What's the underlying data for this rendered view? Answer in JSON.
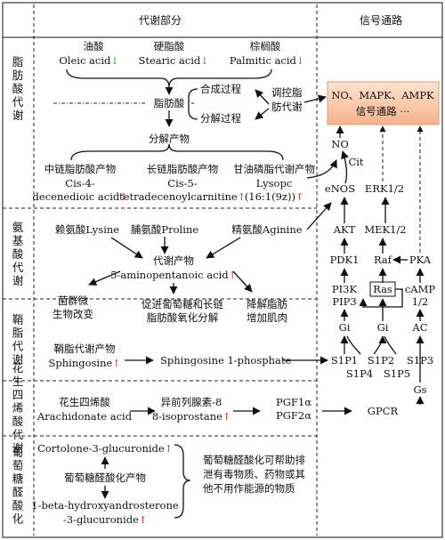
{
  "headers": {
    "metabolism": "代谢部分",
    "signaling": "信号通路"
  },
  "sections": {
    "fatty_acid": "脂肪酸代谢",
    "amino_acid": "氨基酸代谢",
    "sphingolipid": "鞘脂代谢",
    "arachidonic": "花生四烯酸代谢",
    "glucuronidation": "葡萄糖醛酸化"
  },
  "fatty": {
    "oleic_cn": "油酸",
    "oleic_en": "Oleic acid",
    "stearic_cn": "硬脂酸",
    "stearic_en": "Stearic acid",
    "palmitic_cn": "棕榈酸",
    "palmitic_en": "Palmitic acid",
    "down_arrow": "↓",
    "up_arrow": "↑",
    "fatty_acid": "脂肪酸",
    "synthesis": "合成过程",
    "decomposition": "分解过程",
    "regulate": "调控脂肪代谢",
    "products": "分解产物",
    "mcfa": "中链脂肪酸产物",
    "mcfa_name": "Cis-4-decenedioic acid",
    "lcfa": "长链脂肪酸产物",
    "lcfa_name": "Cis-5-tetradecenoylcarnitine",
    "gpl": "甘油磷脂代谢产物",
    "gpl_name1": "Lysopc",
    "gpl_name2": "(16:1(9z))"
  },
  "amino": {
    "lysine": "赖氨酸Lysine",
    "proline": "脯氨酸Proline",
    "arginine": "精氨酸Aginine",
    "metab_product": "代谢产物",
    "metab_name": "5-aminopentanoic acid",
    "flora": "菌群微生物改变",
    "promote": "促进葡萄糖和长链脂肪酸氧化分解",
    "reduce": "降解脂肪增加肌肉"
  },
  "sphingo": {
    "product_cn": "鞘脂代谢产物",
    "product_en": "Sphingosine",
    "phosphate": "Sphingosine 1-phosphate"
  },
  "arach": {
    "cn": "花生四烯酸",
    "en": "Arachidonate acid",
    "isoprostane_cn": "异前列腺素-8",
    "isoprostane_en": "8-isoprostane",
    "pgf1": "PGF1α",
    "pgf2": "PGF2α",
    "gpcr": "GPCR"
  },
  "gluc": {
    "cortolone": "Cortolone-3-glucuronide",
    "product": "葡萄糖醛酸化产物",
    "hydroxy1": "1-beta-hydroxyandrosterone",
    "hydroxy2": "-3-glucuronide",
    "note": "葡萄糖醛酸化可帮助排泄有毒物质、药物或其他不用作能源的物质"
  },
  "signal": {
    "box": "NO、MAPK、AMPK 信号通路 ···",
    "no": "NO",
    "cit": "Cit",
    "enos": "eNOS",
    "erk": "ERK1/2",
    "akt": "AKT",
    "mek": "MEK1/2",
    "pdk1": "PDK1",
    "raf": "Raf",
    "pka": "PKA",
    "pi3k": "PI3K",
    "pip3": "PIP3",
    "ras": "Ras",
    "camp": "cAMP",
    "camp2": "1/2",
    "gi1": "Gi",
    "gi2": "Gi",
    "ac": "AC",
    "s1p1": "S1P1",
    "s1p2": "S1P2",
    "s1p3": "S1P3",
    "s1p4": "S1P4",
    "s1p5": "S1P5",
    "gs": "Gs"
  },
  "colors": {
    "accent_red": "#d8261c",
    "accent_green": "#1f9a3a",
    "box_fill": "#f6bf9b"
  }
}
